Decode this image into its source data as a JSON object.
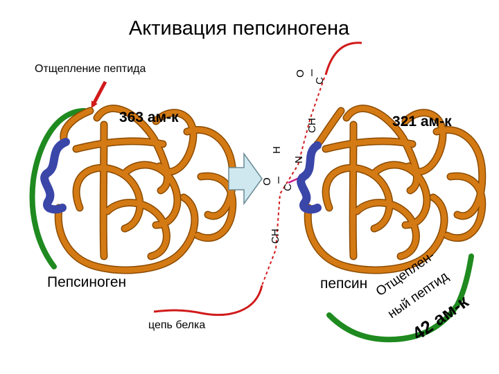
{
  "title": "Активация пепсиногена",
  "labels": {
    "cleavage": "Отщепление пептида",
    "left_count": "363 ам-к",
    "right_count": "321 ам-к",
    "pepsinogen": "Пепсиноген",
    "pepsin": "пепсин",
    "protein_chain": "цепь белка",
    "peptide_line1": "Отщеплен-",
    "peptide_line2": "ный пептид",
    "peptide_count": "42 ам-к"
  },
  "bond": {
    "o_top": "O",
    "c_top": "C",
    "ch_top": "CH",
    "h": "H",
    "n": "N",
    "o_mid": "O",
    "c_mid": "C",
    "ch_bottom": "CH"
  },
  "colors": {
    "chain": "#d47a14",
    "outline": "#8a4a00",
    "peptide": "#1f8a1f",
    "loop": "#3a46a8",
    "red": "#d11a1a",
    "arrow_fill": "#cfe8ef",
    "magenta": "#cc1a8a"
  }
}
